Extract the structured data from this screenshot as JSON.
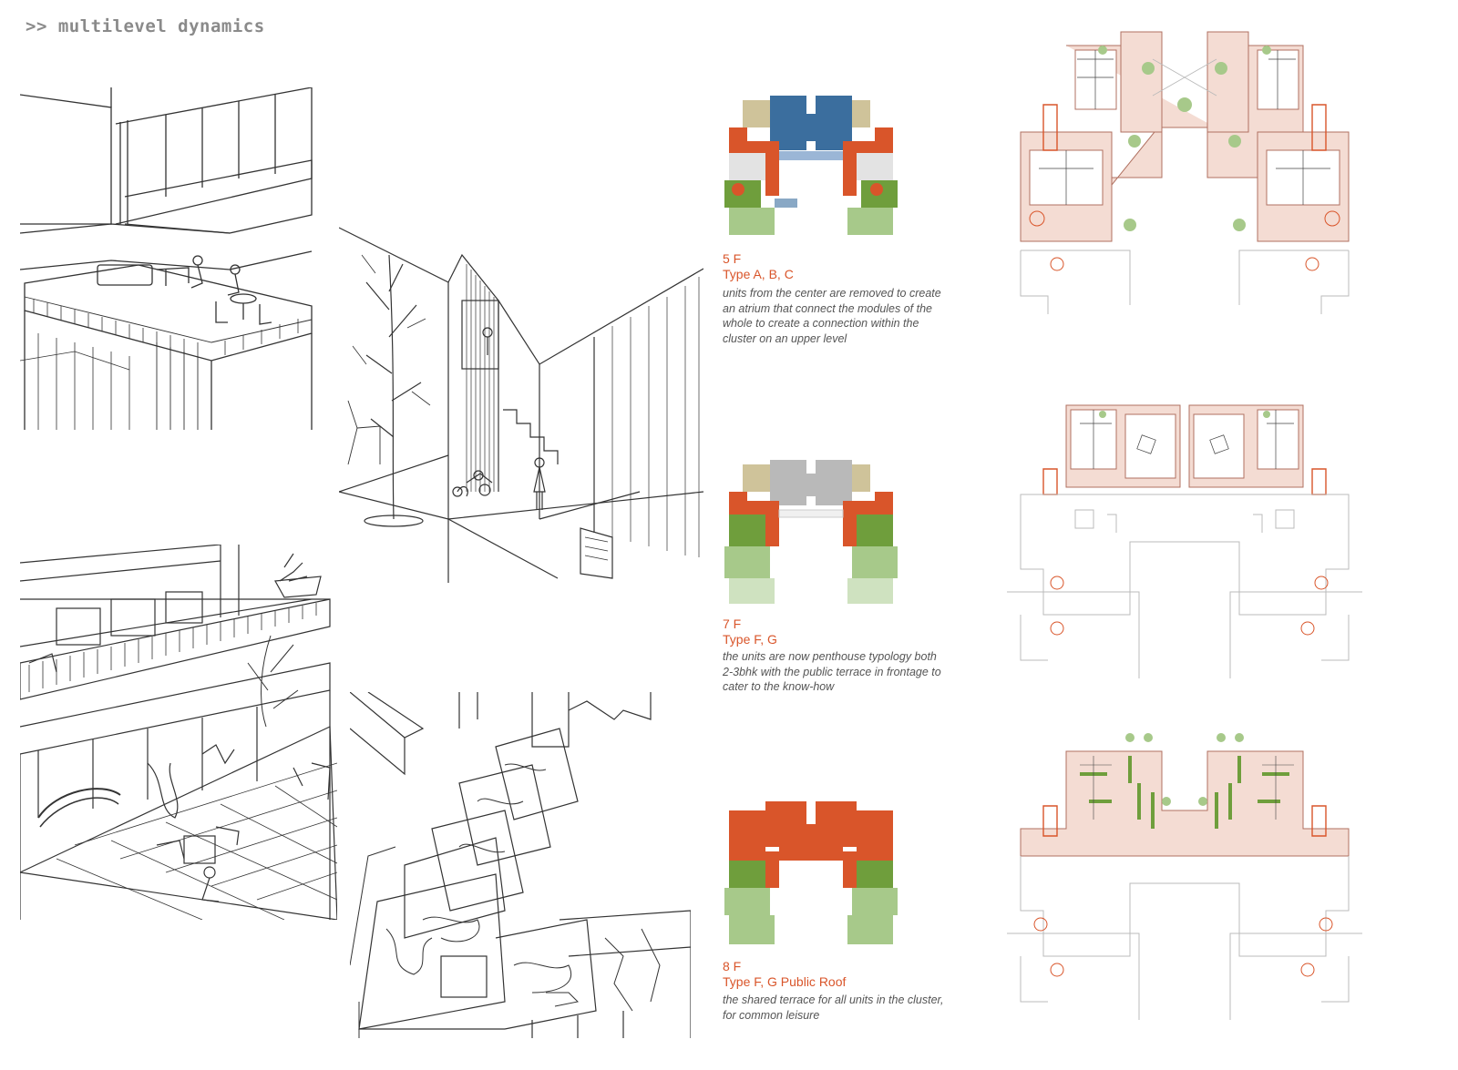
{
  "heading": ">> multilevel dynamics",
  "colors": {
    "orange": "#d9552a",
    "blue": "#3b6e9e",
    "beige": "#cfc39a",
    "gray": "#b9b9b9",
    "lightgray": "#e3e3e3",
    "green": "#6f9e3c",
    "lightgreen": "#a7c98a",
    "palegreen": "#cfe2c0",
    "palepink": "#f4dcd3",
    "lineblue": "#9bb6d6"
  },
  "floors": [
    {
      "level": "5 F",
      "types": "Type A, B, C",
      "description": "units from the center are removed to create an atrium that connect the modules of the whole to create a connection within the cluster on an upper level"
    },
    {
      "level": "7 F",
      "types": "Type F, G",
      "description": "the units are now penthouse typology both 2-3bhk with the public terrace in frontage to cater to the know-how"
    },
    {
      "level": "8 F",
      "types": "Type F, G Public Roof",
      "description": "the shared terrace for all units in the cluster, for common leisure"
    }
  ]
}
